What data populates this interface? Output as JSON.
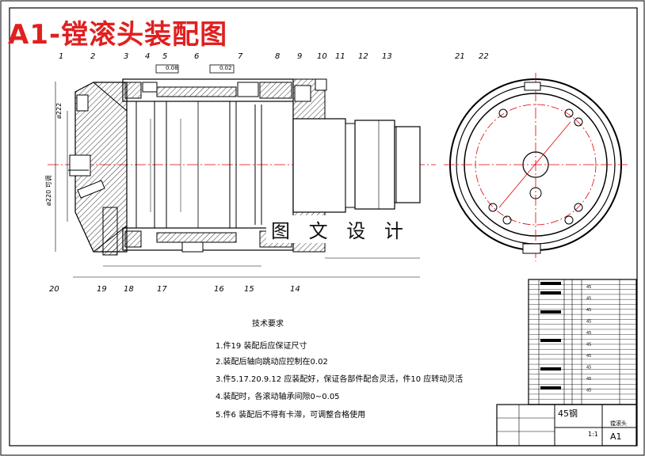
{
  "title": "A1-镗滚头装配图",
  "watermark": "图 文 设 计",
  "part_numbers_main": [
    "1",
    "2",
    "3",
    "4",
    "5",
    "6",
    "7",
    "8",
    "9",
    "10",
    "11",
    "12",
    "13"
  ],
  "part_numbers_bottom": [
    "20",
    "19",
    "18",
    "17",
    "16",
    "15",
    "14"
  ],
  "part_numbers_side": [
    "21",
    "22"
  ],
  "dimension_labels": {
    "d222": "ø222",
    "pitch_circle": "ø220 可调",
    "tol_left": "0.08",
    "tol_right": "0.02"
  },
  "technical_requirements": {
    "title": "技术要求",
    "items": [
      "1.件19 装配后应保证尺寸",
      "2.装配后轴向跳动应控制在0.02",
      "3.件5.17.20.9.12 应装配好，保证各部件配合灵活，件10 应转动灵活",
      "4.装配时，各滚动轴承间隙0~0.05",
      "5.件6 装配后不得有卡滞，可调整合格使用"
    ]
  },
  "title_block": {
    "material": "45钢",
    "drawing_name": "镗滚头",
    "size": "A1",
    "scale": "1:1"
  },
  "bom_materials": [
    "45",
    "45",
    "45",
    "45",
    "45",
    "45",
    "45",
    "45",
    "45",
    "45"
  ],
  "colors": {
    "line": "#000000",
    "centerline": "#e00000",
    "title": "#e02020",
    "hatch": "#000000"
  }
}
